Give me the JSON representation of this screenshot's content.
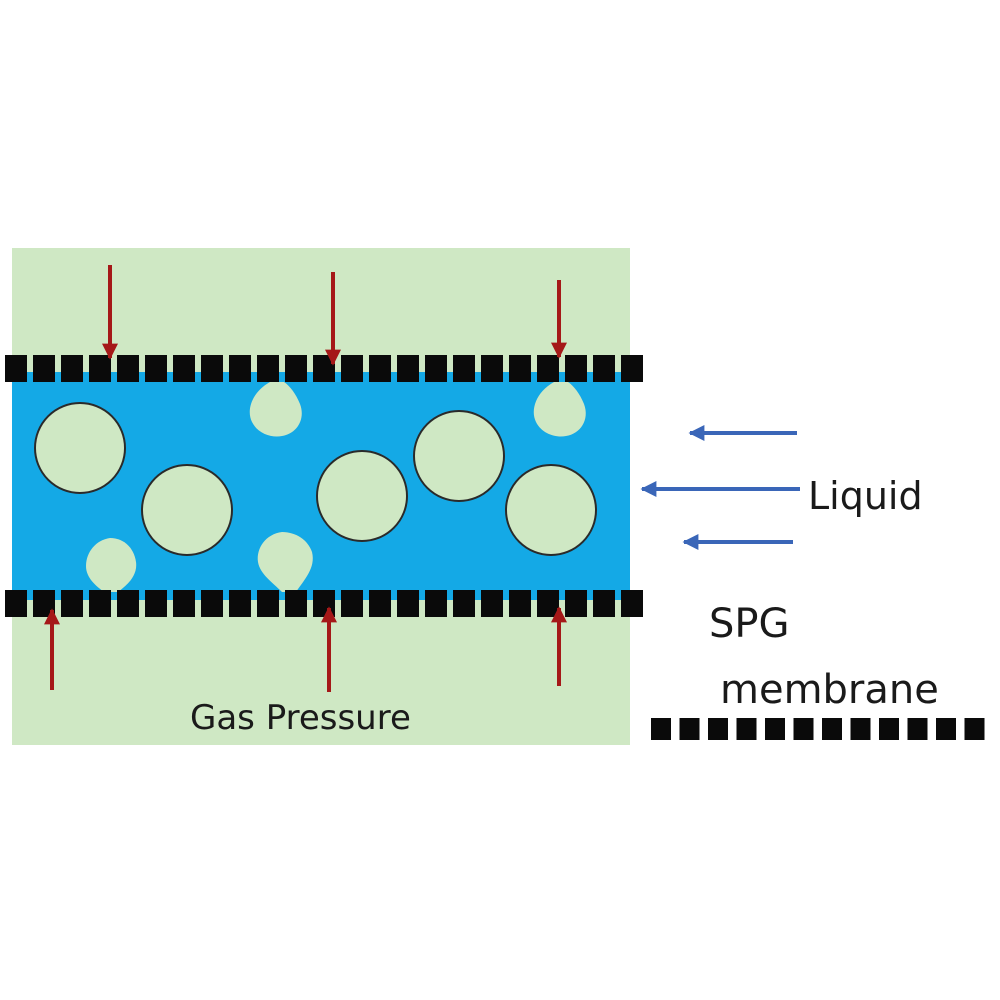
{
  "labels": {
    "liquid": "Liquid",
    "spg_line1": "SPG",
    "spg_line2": "membrane",
    "gas_pressure": "Gas Pressure"
  },
  "colors": {
    "gas_phase": "#cfe8c4",
    "liquid_phase": "#14a9e6",
    "bubble_fill": "#cfe8c4",
    "bubble_outline": "#2a2a2a",
    "membrane_pore_wall": "#0a0a0a",
    "gas_pressure_arrow": "#a51818",
    "liquid_flow_arrow": "#3a66b8",
    "text": "#1a1a1a"
  },
  "icons": {
    "gas_pressure_arrow": "red-arrow-icon",
    "liquid_flow_arrow": "blue-arrow-icon",
    "membrane_legend": "dashed-membrane-icon"
  }
}
